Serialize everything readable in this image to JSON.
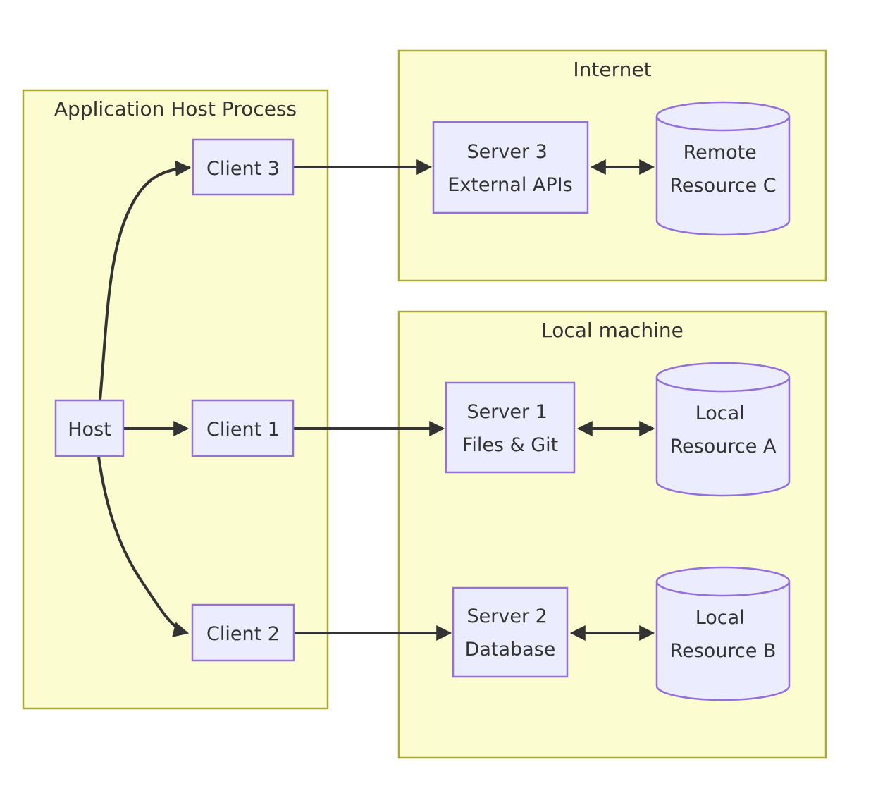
{
  "diagram": {
    "type": "flowchart",
    "direction": "left-to-right",
    "clusters": {
      "app": {
        "label": "Application Host Process"
      },
      "internet": {
        "label": "Internet"
      },
      "local": {
        "label": "Local machine"
      }
    },
    "nodes": {
      "host": {
        "label": "Host",
        "shape": "rect"
      },
      "client1": {
        "label": "Client 1",
        "shape": "rect"
      },
      "client2": {
        "label": "Client 2",
        "shape": "rect"
      },
      "client3": {
        "label": "Client 3",
        "shape": "rect"
      },
      "server1": {
        "line1": "Server 1",
        "line2": "Files & Git",
        "shape": "rect"
      },
      "server2": {
        "line1": "Server 2",
        "line2": "Database",
        "shape": "rect"
      },
      "server3": {
        "line1": "Server 3",
        "line2": "External APIs",
        "shape": "rect"
      },
      "resource_a": {
        "line1": "Local",
        "line2": "Resource A",
        "shape": "cylinder"
      },
      "resource_b": {
        "line1": "Local",
        "line2": "Resource B",
        "shape": "cylinder"
      },
      "resource_c": {
        "line1": "Remote",
        "line2": "Resource C",
        "shape": "cylinder"
      }
    },
    "edges": [
      {
        "from": "Host",
        "to": "Client 3",
        "type": "arrow",
        "style": "curved"
      },
      {
        "from": "Host",
        "to": "Client 1",
        "type": "arrow",
        "style": "straight"
      },
      {
        "from": "Host",
        "to": "Client 2",
        "type": "arrow",
        "style": "curved"
      },
      {
        "from": "Client 3",
        "to": "Server 3 External APIs",
        "type": "arrow",
        "style": "straight"
      },
      {
        "from": "Client 1",
        "to": "Server 1 Files & Git",
        "type": "arrow",
        "style": "straight"
      },
      {
        "from": "Client 2",
        "to": "Server 2 Database",
        "type": "arrow",
        "style": "straight"
      },
      {
        "from": "Server 3 External APIs",
        "to": "Remote Resource C",
        "type": "bidirectional",
        "style": "straight"
      },
      {
        "from": "Server 1 Files & Git",
        "to": "Local Resource A",
        "type": "bidirectional",
        "style": "straight"
      },
      {
        "from": "Server 2 Database",
        "to": "Local Resource B",
        "type": "bidirectional",
        "style": "straight"
      }
    ],
    "colors": {
      "cluster_fill": "#FCFCD1",
      "cluster_border": "#AAAA33",
      "node_fill": "#ECECFF",
      "node_border": "#9370DB",
      "edge": "#333333",
      "text": "#333333",
      "background": "#FFFFFF"
    }
  }
}
